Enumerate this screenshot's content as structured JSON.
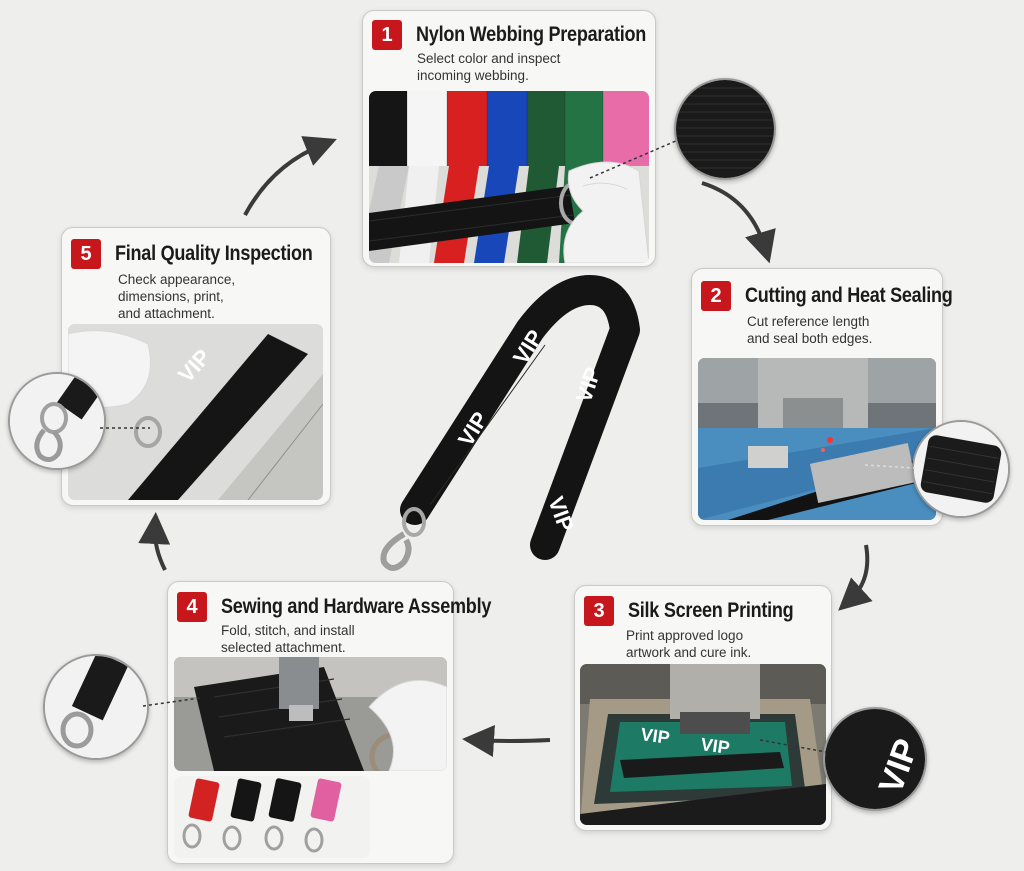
{
  "steps": [
    {
      "number": "1",
      "title": "Nylon Webbing Preparation",
      "desc_lines": [
        "Select color and inspect",
        "incoming webbing."
      ]
    },
    {
      "number": "2",
      "title": "Cutting and Heat Sealing",
      "desc_lines": [
        "Cut reference length",
        "and seal both edges."
      ]
    },
    {
      "number": "3",
      "title": "Silk Screen Printing",
      "desc_lines": [
        "Print approved logo",
        "artwork and cure ink."
      ]
    },
    {
      "number": "4",
      "title": "Sewing and Hardware Assembly",
      "desc_lines": [
        "Fold, stitch, and install",
        "selected attachment."
      ]
    },
    {
      "number": "5",
      "title": "Final Quality Inspection",
      "desc_lines": [
        "Check appearance,",
        "dimensions, print,",
        "and attachment."
      ]
    }
  ],
  "print_text": "VIP",
  "colors": {
    "badge": "#c8161d",
    "webbing": [
      "#111111",
      "#f4f4f4",
      "#d92020",
      "#1747b8",
      "#1f5a34",
      "#237345",
      "#e86ca8"
    ],
    "arrow": "#3a3a3a"
  }
}
